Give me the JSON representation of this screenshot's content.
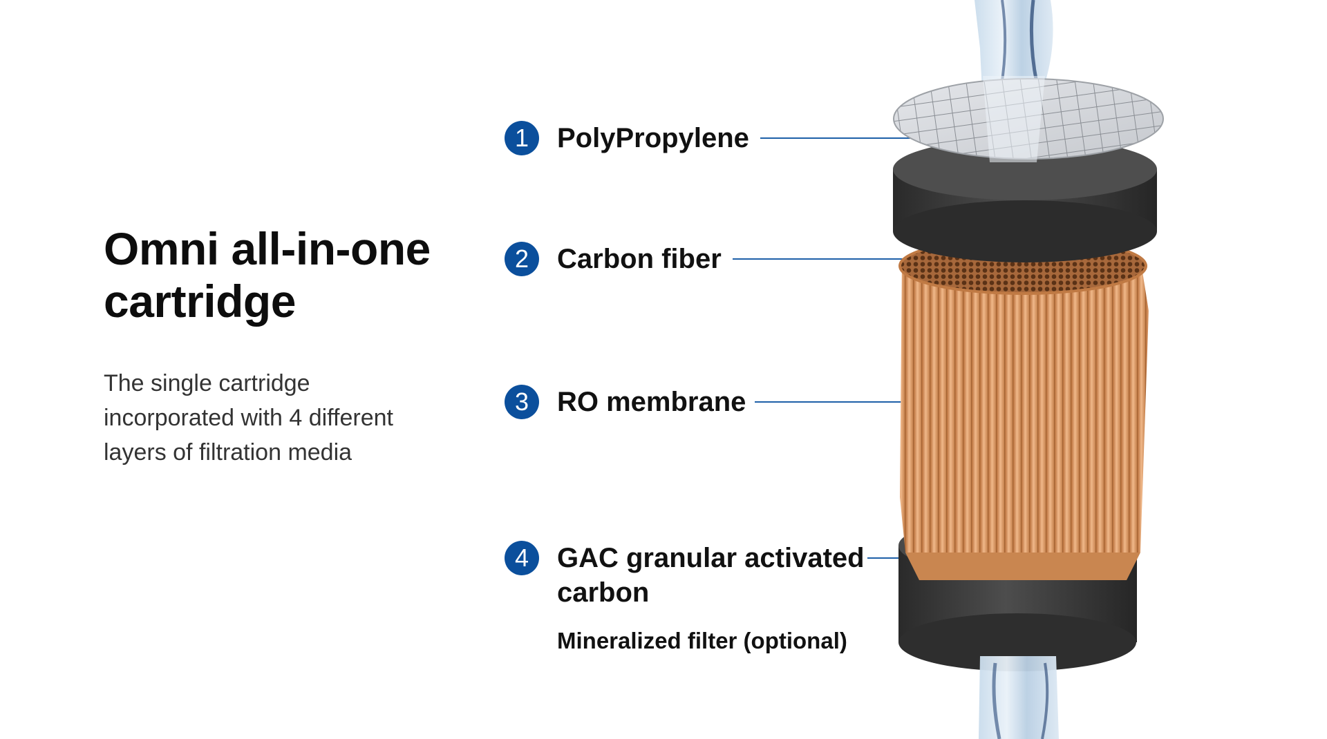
{
  "title_lines": [
    "Omni all-in-one",
    "cartridge"
  ],
  "subtitle_lines": [
    "The single cartridge",
    "incorporated with 4 different",
    "layers of filtration media"
  ],
  "layers": [
    {
      "number": "1",
      "label_lines": [
        "PolyPropylene"
      ]
    },
    {
      "number": "2",
      "label_lines": [
        "Carbon fiber"
      ]
    },
    {
      "number": "3",
      "label_lines": [
        "RO membrane"
      ]
    },
    {
      "number": "4",
      "label_lines": [
        "GAC granular activated",
        "carbon"
      ]
    }
  ],
  "note": "Mineralized filter (optional)",
  "colors": {
    "badge": "#0b4f9c",
    "leader_line": "#1d5fa8",
    "membrane": "#d9965f",
    "carbon_block": "#3a3a3a",
    "polypropylene_disc": "#d4d6da",
    "water": "#a9c3dc"
  }
}
